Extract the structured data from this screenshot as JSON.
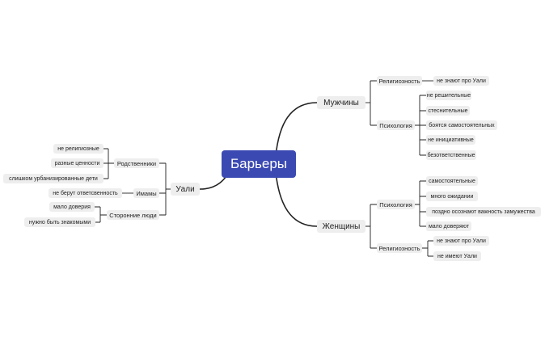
{
  "root": {
    "label": "Барьеры"
  },
  "branches": {
    "men": {
      "label": "Мужчины",
      "religion": {
        "label": "Религиозность",
        "items": [
          "не знают про Уали"
        ]
      },
      "psychology": {
        "label": "Психология",
        "items": [
          "не решительные",
          "стеснительные",
          "боятся самостоятельных",
          "не инициативные",
          "безответственные"
        ]
      }
    },
    "women": {
      "label": "Женщины",
      "psychology": {
        "label": "Психология",
        "items": [
          "самостоятельные",
          "много ожидании",
          "поздно осознают важность замужества",
          "мало доверяют"
        ]
      },
      "religion": {
        "label": "Религиозность",
        "items": [
          "не знают про Уали",
          "не имеют Уали"
        ]
      }
    },
    "uali": {
      "label": "Уали",
      "relatives": {
        "label": "Родственники",
        "items": [
          "не религиозные",
          "разные ценности",
          "слишком урбанизированные дети"
        ]
      },
      "imams": {
        "label": "Имамы",
        "items": [
          "не берут ответсвенность"
        ]
      },
      "outsiders": {
        "label": "Сторонние люди",
        "items": [
          "мало доверия",
          "нужно быть знакомыми"
        ]
      }
    }
  },
  "colors": {
    "root_fill": "#3b4ab3",
    "node_fill": "#eeeeee",
    "line": "#222222"
  }
}
